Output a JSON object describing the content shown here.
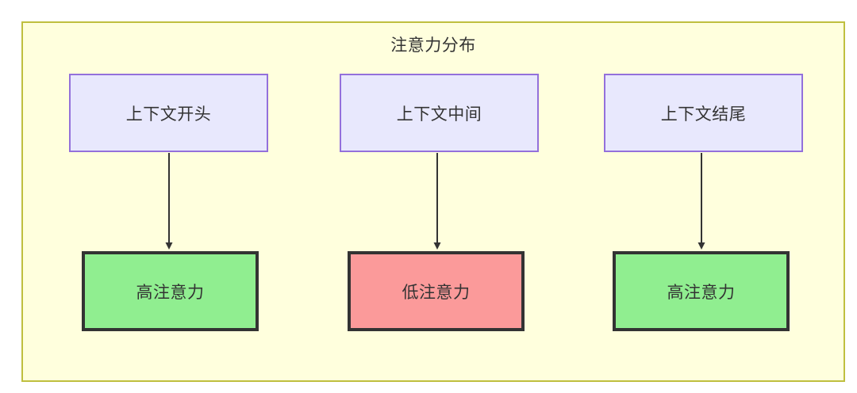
{
  "diagram": {
    "type": "flowchart",
    "title": "注意力分布",
    "container": {
      "fill": "#ffffdd",
      "stroke": "#bfbf3f"
    },
    "nodes": [
      {
        "id": "ctx-start",
        "label": "上下文开头",
        "row": "top",
        "column": 1,
        "fill": "#e8e8fd",
        "stroke": "#9370db"
      },
      {
        "id": "ctx-middle",
        "label": "上下文中间",
        "row": "top",
        "column": 2,
        "fill": "#e8e8fd",
        "stroke": "#9370db"
      },
      {
        "id": "ctx-end",
        "label": "上下文结尾",
        "row": "top",
        "column": 3,
        "fill": "#e8e8fd",
        "stroke": "#9370db"
      },
      {
        "id": "attn-high-1",
        "label": "高注意力",
        "row": "bottom",
        "column": 1,
        "fill": "#90ee90",
        "stroke": "#333333"
      },
      {
        "id": "attn-low",
        "label": "低注意力",
        "row": "bottom",
        "column": 2,
        "fill": "#fb9a9a",
        "stroke": "#333333"
      },
      {
        "id": "attn-high-2",
        "label": "高注意力",
        "row": "bottom",
        "column": 3,
        "fill": "#90ee90",
        "stroke": "#333333"
      }
    ],
    "edges": [
      {
        "from": "ctx-start",
        "to": "attn-high-1",
        "arrow": "down"
      },
      {
        "from": "ctx-middle",
        "to": "attn-low",
        "arrow": "down"
      },
      {
        "from": "ctx-end",
        "to": "attn-high-2",
        "arrow": "down"
      }
    ]
  }
}
